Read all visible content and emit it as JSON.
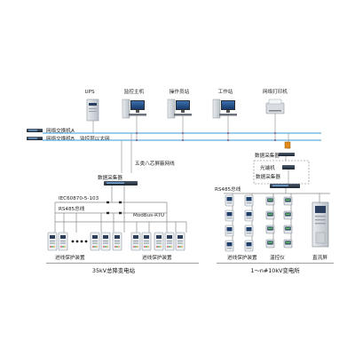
{
  "nodes": {
    "ups": "UPS",
    "monitor_host": "监控主机",
    "operator_station": "操作员站",
    "workstation": "工作站",
    "network_printer": "网络打印机",
    "switch_a": "网络交换机A",
    "switch_b": "网络交换机B",
    "ethernet": "监控层以太网",
    "cable": "五类八芯屏蔽网线",
    "collector_left": "数据采集器",
    "iec": "IEC60870-5-103",
    "rs485_left": "RS485总线",
    "modbus": "ModBus-RTU",
    "collector_right_top": "数据采集器",
    "fiber": "光端机",
    "collector_right_bottom": "数据采集器",
    "rs485_right": "RS485总线",
    "relay_left_a": "进线保护装置",
    "relay_left_b": "进线保护装置",
    "relay_right": "进线保护装置",
    "temp_ctrl": "温控仪",
    "dc_panel": "直流屏"
  },
  "captions": {
    "left_station": "35kV总降变电站",
    "right_station": "1～n#10kV变电所"
  },
  "colors": {
    "bus_line": "#3a9ad9",
    "wire": "#9a9a9a",
    "accent_red": "#cc2b2b",
    "orange": "#e08a1e"
  }
}
